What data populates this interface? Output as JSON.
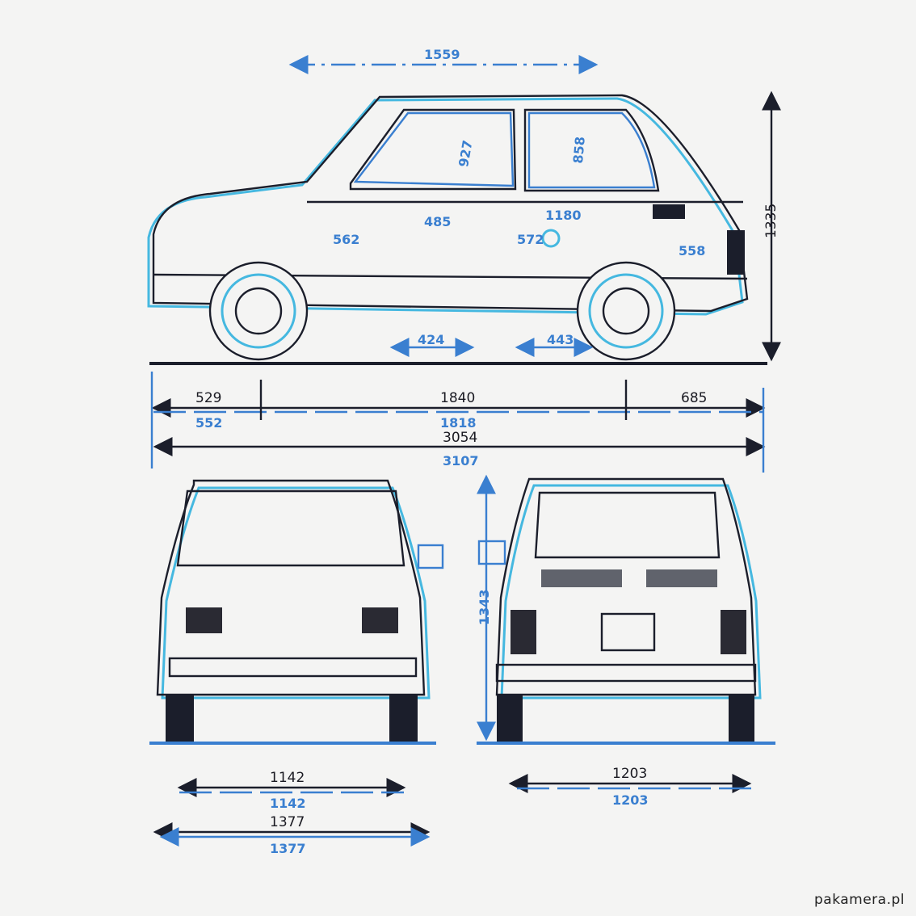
{
  "title": "Car blueprint: side, front and rear views",
  "colors": {
    "ink": "#1b1e2b",
    "blue": "#3a7fd0",
    "cyan": "#45b8e0",
    "paper": "#f4f4f3"
  },
  "side_view": {
    "dims_black": {
      "front_overhang": "529",
      "wheelbase": "1840",
      "rear_overhang": "685",
      "length": "3054"
    },
    "dims_blue": {
      "top": "1559",
      "height": "1335",
      "window_front": "927",
      "window_rear": "858",
      "interior": "1180",
      "seat": "485",
      "front_diag": "562",
      "mid": "572",
      "rear_panel": "558",
      "floor_front": "424",
      "floor_rear": "443",
      "front_overhang": "552",
      "wheelbase": "1818",
      "length": "3107"
    }
  },
  "front_view": {
    "track_black": "1142",
    "track_blue": "1142",
    "width_black": "1377",
    "width_blue": "1377"
  },
  "rear_view": {
    "height": "1343",
    "track_black": "1203",
    "track_blue": "1203"
  },
  "watermark": "pakamera.pl"
}
